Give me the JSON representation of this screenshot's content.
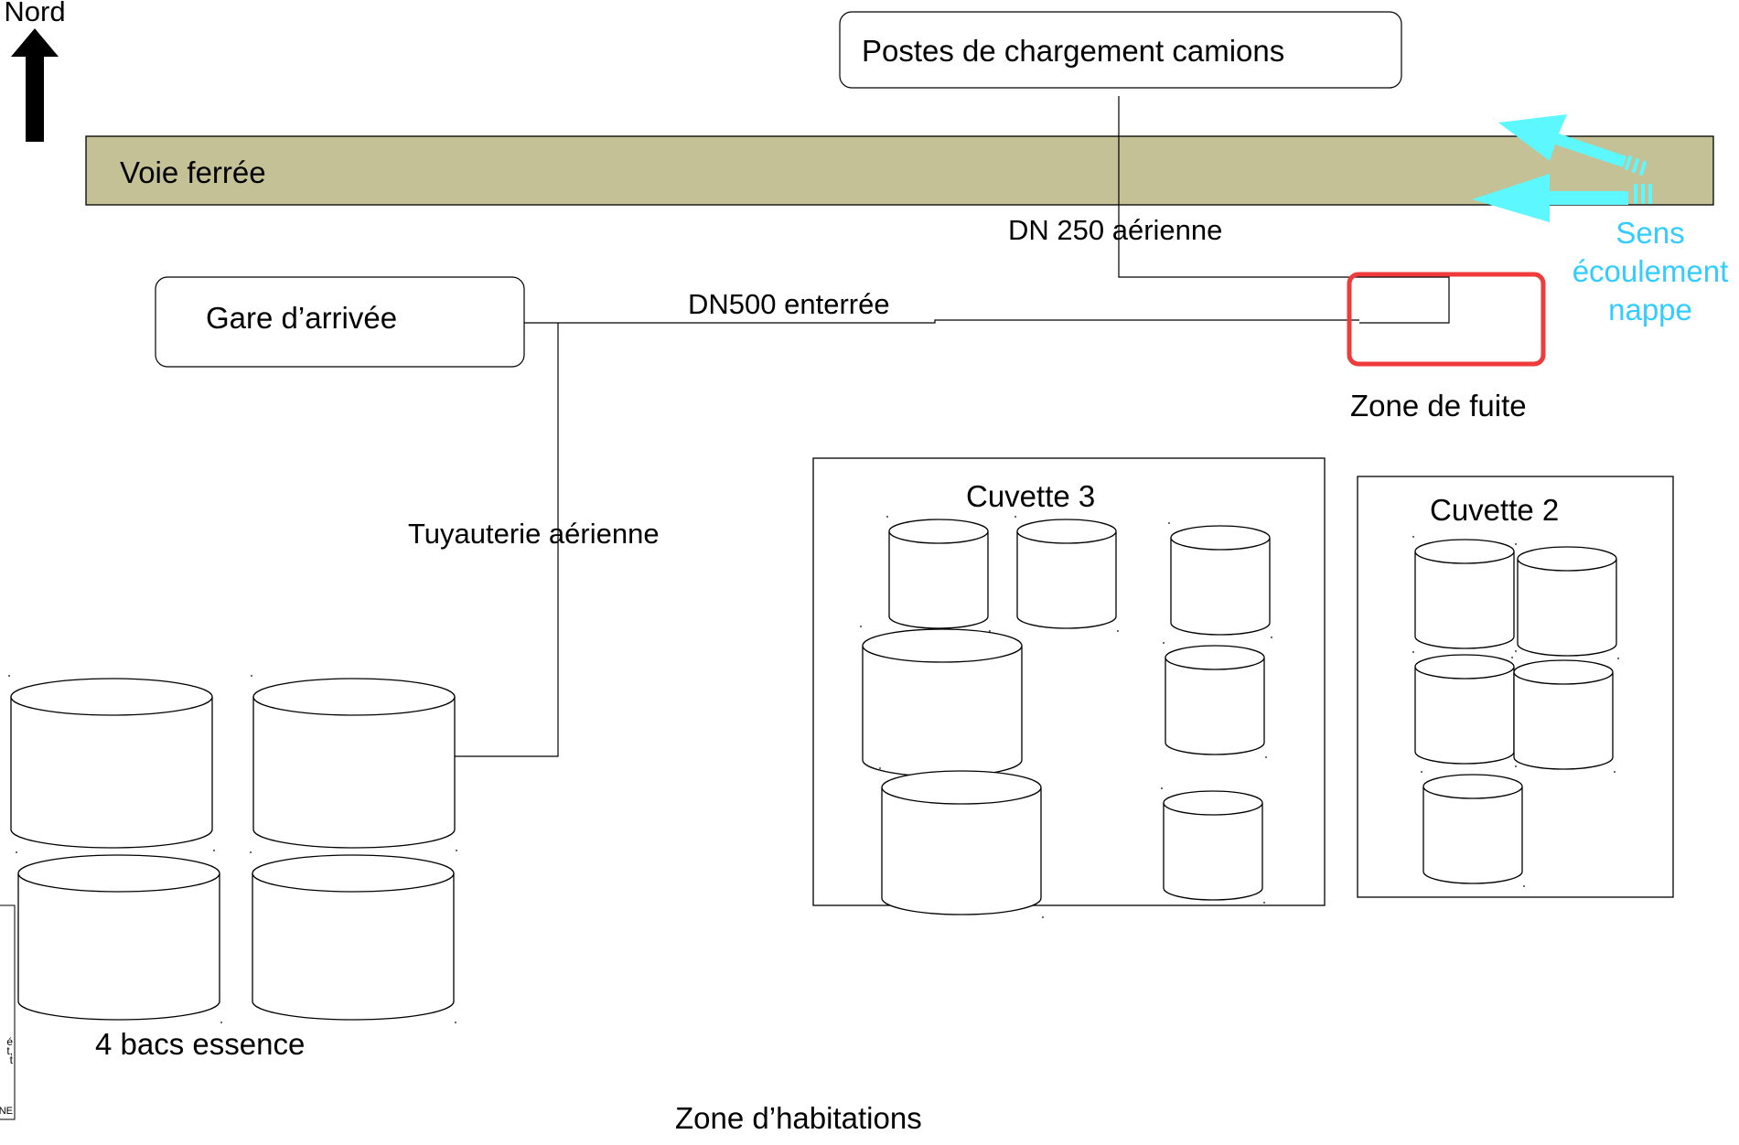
{
  "diagram": {
    "north_label": "Nord",
    "rail_label": "Voie ferrée",
    "truck_loading_label": "Postes de chargement camions",
    "arrival_station_label": "Gare d’arrivée",
    "pipe_dn250_label": "DN 250 aérienne",
    "pipe_dn500_label": "DN500 enterrée",
    "pipe_aerial_label": "Tuyauterie aérienne",
    "leak_zone_label": "Zone de fuite",
    "flow_label_line1": "Sens",
    "flow_label_line2": "écoulement",
    "flow_label_line3": "nappe",
    "basin3_label": "Cuvette 3",
    "basin2_label": "Cuvette 2",
    "gasoline_tanks_label": "4 bacs essence",
    "housing_zone_label": "Zone d’habitations",
    "cropped_fragment_1": "é",
    "cropped_fragment_2": "t,",
    "cropped_fragment_3": "t",
    "cropped_fragment_4": "NE"
  },
  "colors": {
    "rail_fill": "#c4c196",
    "leak_zone_stroke": "#ef3b3b",
    "flow_arrow": "#5cf7ff",
    "flow_text": "#33ccff",
    "outline": "#000000"
  }
}
